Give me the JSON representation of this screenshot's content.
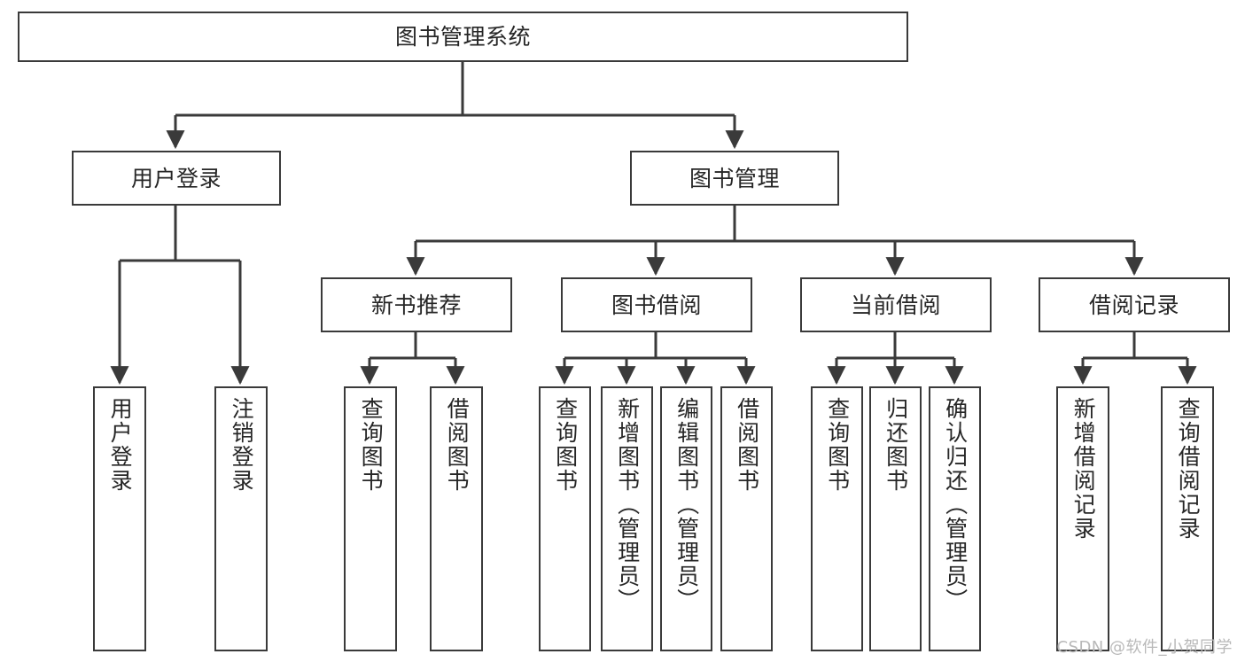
{
  "diagram": {
    "title": "图书管理系统",
    "type": "tree-hierarchy-diagram",
    "root": {
      "id": "root",
      "label": "图书管理系统"
    },
    "level2": [
      {
        "id": "user-login",
        "label": "用户登录"
      },
      {
        "id": "book-manage",
        "label": "图书管理"
      }
    ],
    "level3": [
      {
        "id": "new-book-recommend",
        "label": "新书推荐"
      },
      {
        "id": "book-borrow",
        "label": "图书借阅"
      },
      {
        "id": "current-borrow",
        "label": "当前借阅"
      },
      {
        "id": "borrow-record",
        "label": "借阅记录"
      }
    ],
    "leaves": {
      "user_login": [
        {
          "id": "leaf-user-login",
          "label": "用户登录"
        },
        {
          "id": "leaf-user-logout",
          "label": "注销登录"
        }
      ],
      "new_book_recommend": [
        {
          "id": "leaf-query-book-1",
          "label": "查询图书"
        },
        {
          "id": "leaf-borrow-book-1",
          "label": "借阅图书"
        }
      ],
      "book_borrow": [
        {
          "id": "leaf-query-book-2",
          "label": "查询图书"
        },
        {
          "id": "leaf-add-book",
          "label": "新增图书（管理员）"
        },
        {
          "id": "leaf-edit-book",
          "label": "编辑图书（管理员）"
        },
        {
          "id": "leaf-borrow-book-2",
          "label": "借阅图书"
        }
      ],
      "current_borrow": [
        {
          "id": "leaf-query-book-3",
          "label": "查询图书"
        },
        {
          "id": "leaf-return-book",
          "label": "归还图书"
        },
        {
          "id": "leaf-confirm-return",
          "label": "确认归还（管理员）"
        }
      ],
      "borrow_record": [
        {
          "id": "leaf-add-record",
          "label": "新增借阅记录"
        },
        {
          "id": "leaf-query-record",
          "label": "查询借阅记录"
        }
      ]
    }
  },
  "watermark": {
    "text": "CSDN @软件_小贺同学"
  },
  "colors": {
    "border": "#3a3a3a",
    "text": "#262626",
    "background": "#ffffff",
    "watermark": "#b9b9b9"
  }
}
